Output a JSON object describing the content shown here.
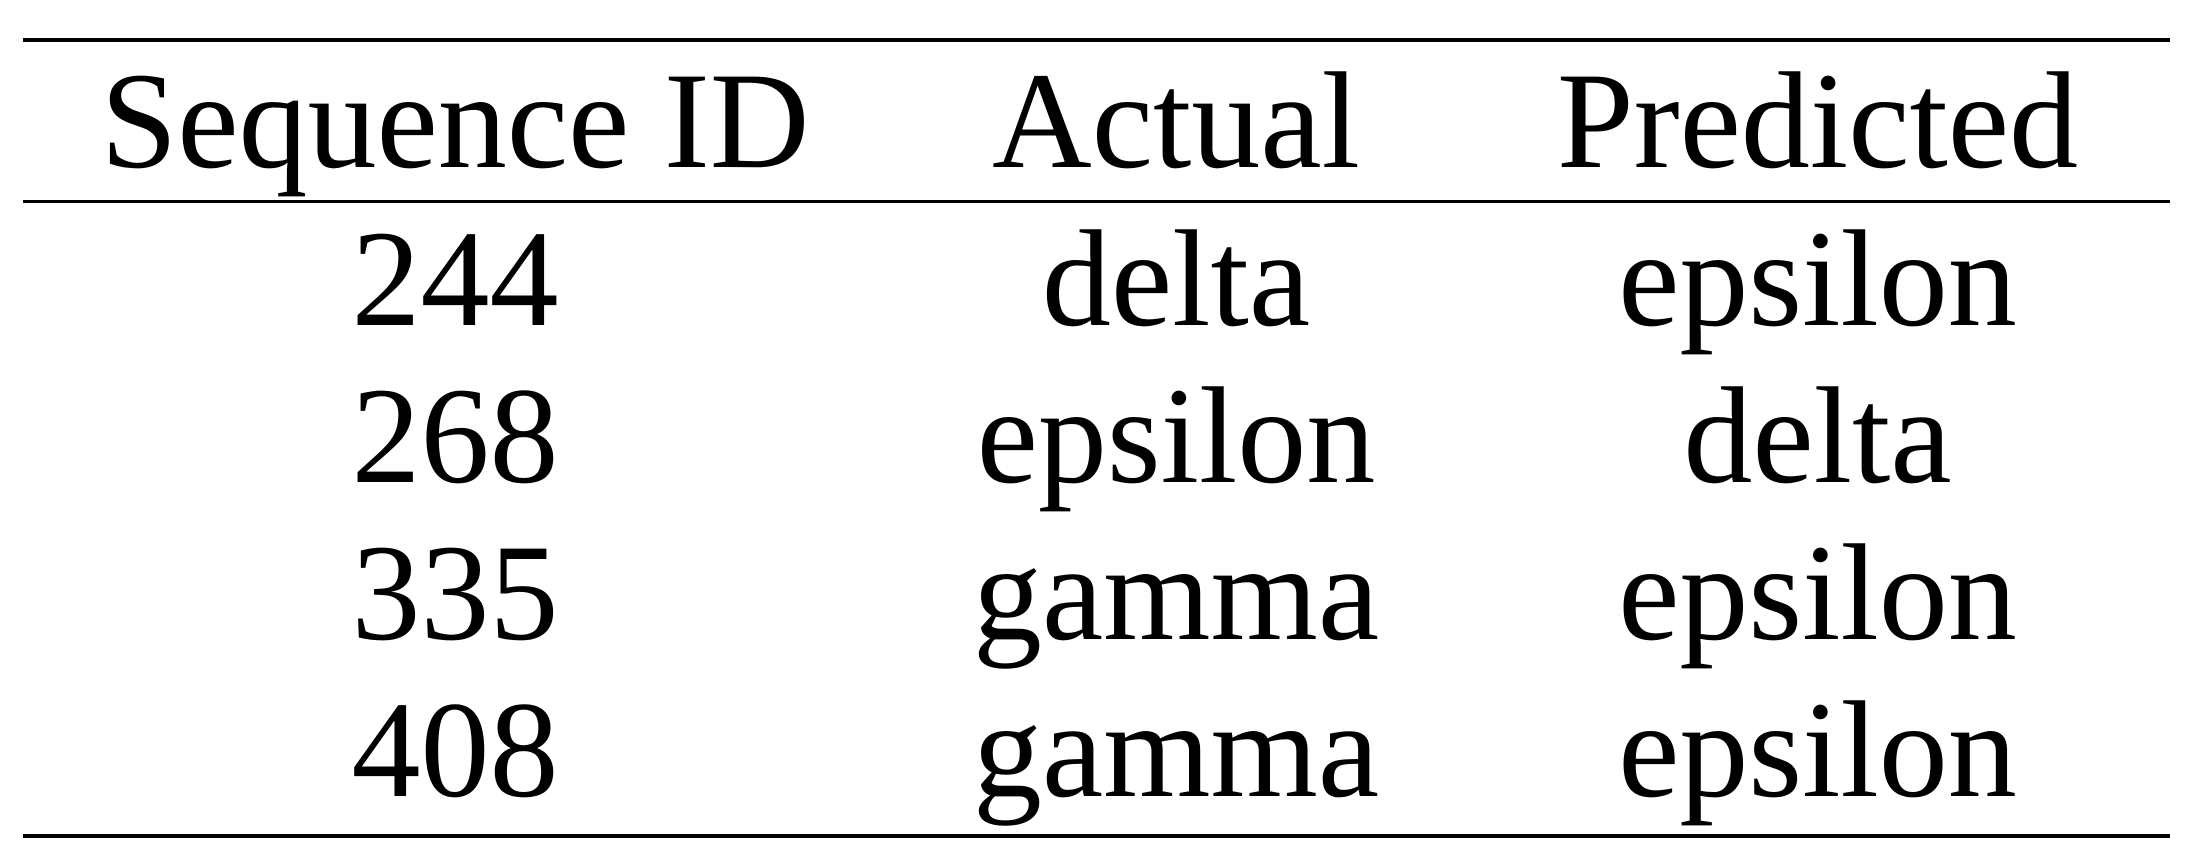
{
  "table": {
    "headers": [
      "Sequence ID",
      "Actual",
      "Predicted"
    ],
    "rows": [
      [
        "244",
        "delta",
        "epsilon"
      ],
      [
        "268",
        "epsilon",
        "delta"
      ],
      [
        "335",
        "gamma",
        "epsilon"
      ],
      [
        "408",
        "gamma",
        "epsilon"
      ]
    ]
  }
}
